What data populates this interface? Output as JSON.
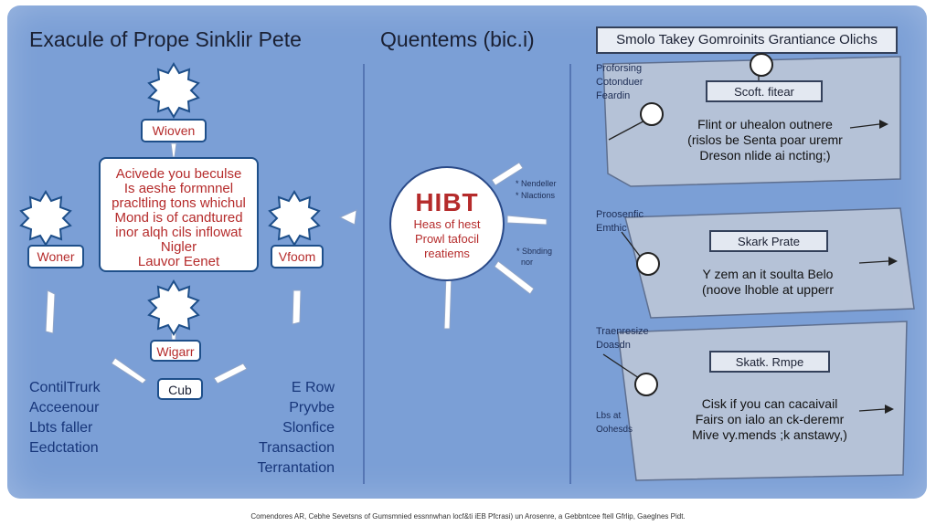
{
  "titles": {
    "left": "Exacule of Prope Sinklir Pete",
    "middle": "Quentems (bic.i)",
    "right": "Smolo Takey Gomroinits Grantiance Olichs"
  },
  "left_diagram": {
    "top_node": "Wioven",
    "left_node": "Woner",
    "right_node": "Vfoom",
    "bottom_node": "Wigarr",
    "hub_node": "Cub",
    "central_text": [
      "Acivede you beculse",
      "Is aeshe formnnel",
      "pracltling tons whichul",
      "Mond is of candtured",
      "inor alqh cils inflowat",
      "Nigler",
      "Lauvor Eenet"
    ],
    "left_list": [
      "ContilTrurk",
      "Acceenour",
      "Lbts faller",
      "Eedctation"
    ],
    "right_list": [
      "E Row",
      "Pryvbe",
      "Slonfice",
      "Transaction",
      "Terrantation"
    ]
  },
  "middle_diagram": {
    "hub_big": "HIBT",
    "hub_lines": [
      "Heas of hest",
      "Prowl tafocil",
      "reatiems"
    ],
    "small_labels": [
      "* Nendeller",
      "* Nlactions",
      "* Sbnding",
      "nor"
    ]
  },
  "cards": [
    {
      "side_label": [
        "Proforsing",
        "Cotonduer",
        "Feardin"
      ],
      "header": "Scoft. fitear",
      "lines": [
        "Flint or uhealon outnere",
        "(rislos be Senta poar uremr",
        "Dreson nlide ai ncting;)"
      ]
    },
    {
      "side_label": [
        "Proosenfic",
        "Emthic"
      ],
      "header": "Skark Prate",
      "lines": [
        "Y zem an it soulta Belo",
        "(noove lhoble at upperr"
      ]
    },
    {
      "side_label": [
        "Traenresize",
        "Doasdn"
      ],
      "header": "Skatk. Rmpe",
      "lines": [
        "Cisk if you can cacaivail",
        "Fairs on ialo an ck-deremr",
        "Mive vy.mends ;k anstawy,)"
      ]
    }
  ],
  "bottom_left_labels": [
    "Lbs at",
    "Oohesds"
  ],
  "footer": "Comendores AR, Cebhe Sevetsns of Gumsmnied essnnwhan locf&ti iEB Pfcrasi) un Arosenre, a Gebbntcee ftell Gfrlip, Gaeglnes Pidt."
}
